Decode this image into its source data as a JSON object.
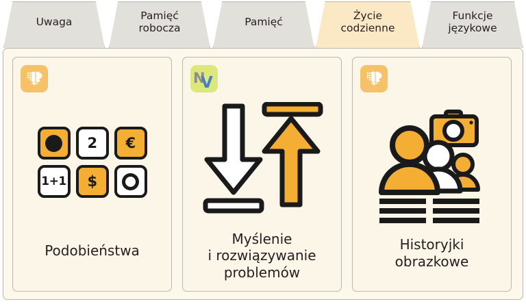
{
  "tabs": [
    {
      "label": "Uwaga",
      "lines": [
        "Uwaga"
      ],
      "active": false
    },
    {
      "label": "Pamięć robocza",
      "lines": [
        "Pamięć",
        "robocza"
      ],
      "active": false
    },
    {
      "label": "Pamięć",
      "lines": [
        "Pamięć"
      ],
      "active": false
    },
    {
      "label": "Życie codzienne",
      "lines": [
        "Życie",
        "codzienne"
      ],
      "active": true
    },
    {
      "label": "Funkcje językowe",
      "lines": [
        "Funkcje",
        "językowe"
      ],
      "active": false
    }
  ],
  "cards": [
    {
      "badge_icon": "brain-badge-icon",
      "badge_color": "#f6c169",
      "art": "symbol-grid-icon",
      "caption_lines": [
        "Podobieństwa"
      ],
      "symbols": [
        {
          "glyph": "●",
          "kind": "dot-solid",
          "filled": true
        },
        {
          "glyph": "2",
          "kind": "text",
          "filled": false
        },
        {
          "glyph": "€",
          "kind": "text",
          "filled": true
        },
        {
          "glyph": "1+1",
          "kind": "text-small",
          "filled": false
        },
        {
          "glyph": "$",
          "kind": "text",
          "filled": true
        },
        {
          "glyph": "○",
          "kind": "dot-ring",
          "filled": false
        }
      ]
    },
    {
      "badge_icon": "nv-badge-icon",
      "badge_color": "#dde87a",
      "badge_text": "NV",
      "art": "up-down-arrows-icon",
      "caption_lines": [
        "Myślenie",
        "i rozwiązywanie",
        "problemów"
      ]
    },
    {
      "badge_icon": "brain-badge-icon",
      "badge_color": "#f6c169",
      "art": "people-camera-story-icon",
      "caption_lines": [
        "Historyjki",
        "obrazkowe"
      ]
    }
  ],
  "colors": {
    "accent_orange": "#f4ae33",
    "badge_orange": "#f6c169",
    "badge_green": "#dde87a",
    "tab_inactive": "#e2e0db",
    "tab_active": "#fbe9c6",
    "panel_bg": "#fdf8ec",
    "card_bg": "#fcf6e8",
    "ink": "#1a1a1a",
    "border": "#b9b6ae"
  }
}
